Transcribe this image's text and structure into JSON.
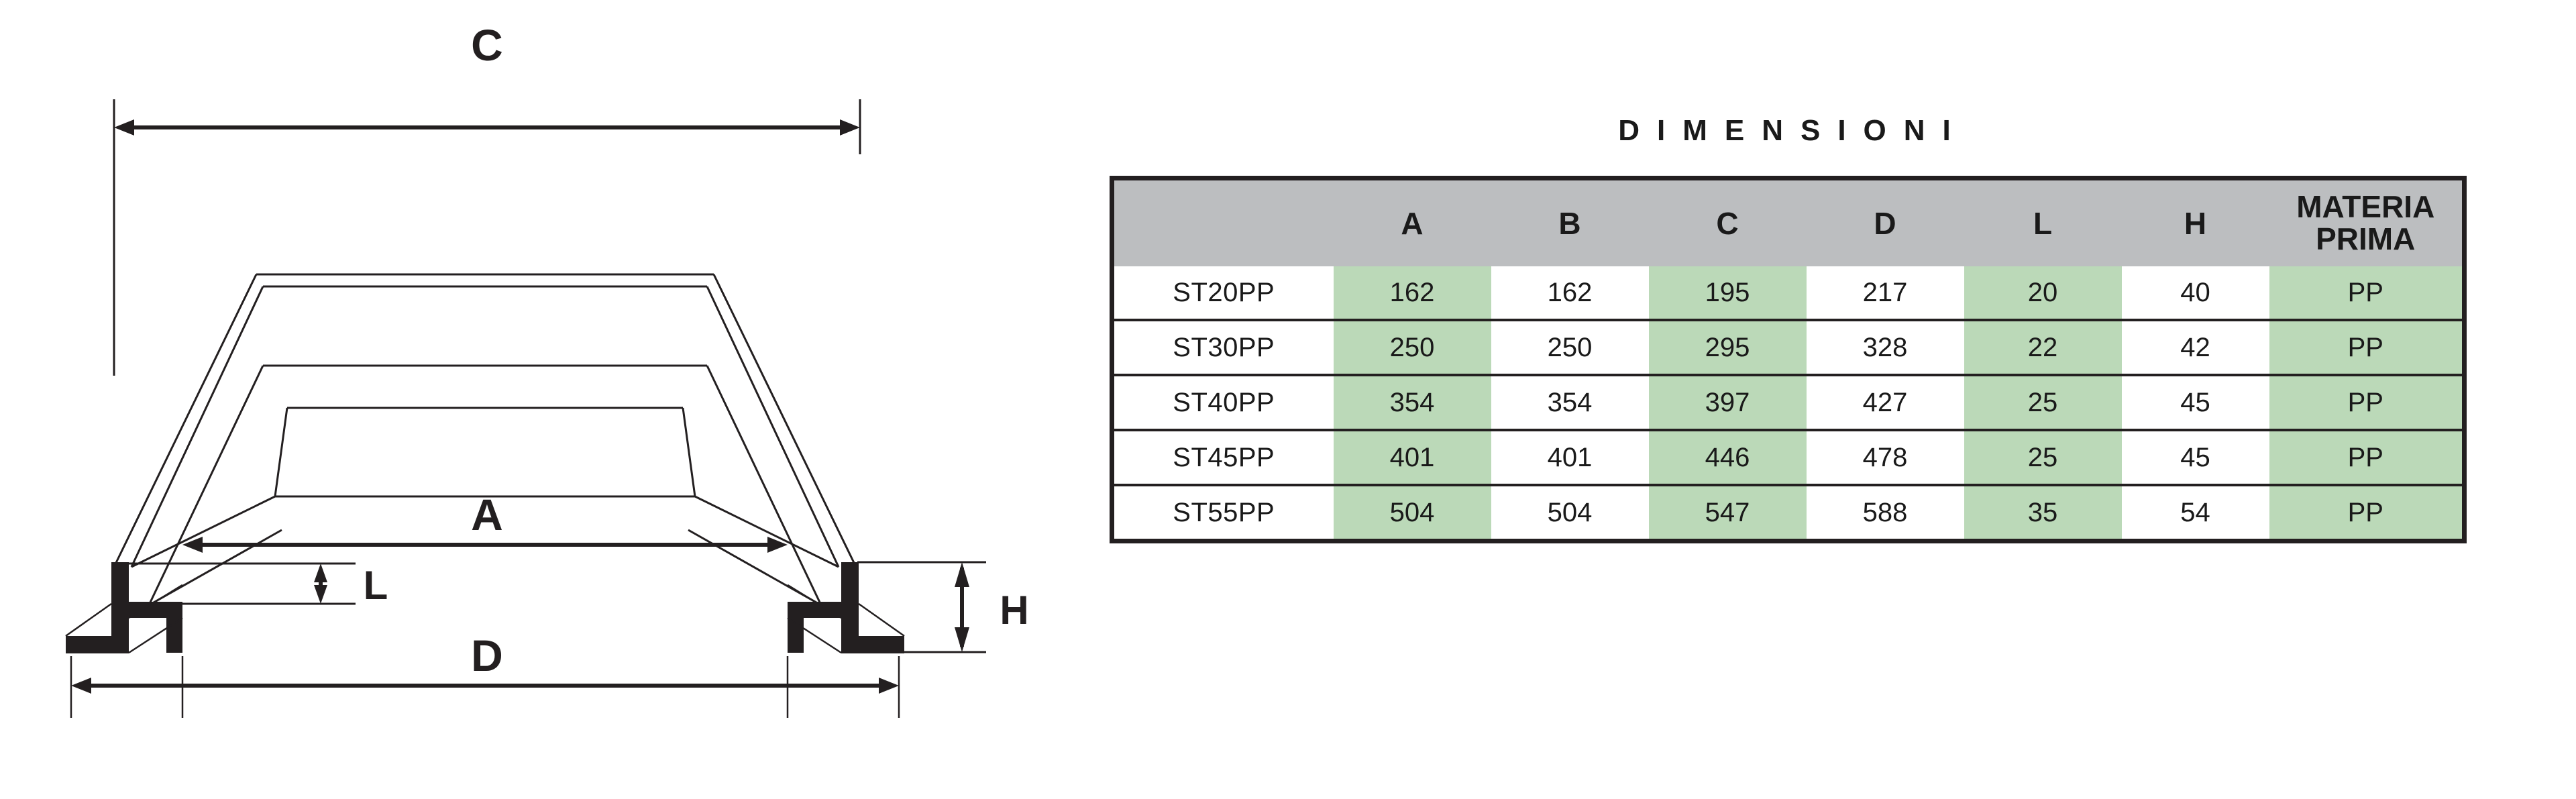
{
  "drawing": {
    "labels": {
      "c": "C",
      "a": "A",
      "d": "D",
      "l": "L",
      "h": "H"
    }
  },
  "table": {
    "title": "D I M E N S I O N I",
    "title_plain": "DIMENSIONI",
    "columns": [
      "",
      "A",
      "B",
      "C",
      "D",
      "L",
      "H",
      "MATERIA PRIMA"
    ],
    "materia_prima_line1": "MATERIA",
    "materia_prima_line2": "PRIMA",
    "rows": [
      {
        "code": "ST20PP",
        "A": "162",
        "B": "162",
        "C": "195",
        "D": "217",
        "L": "20",
        "H": "40",
        "MP": "PP"
      },
      {
        "code": "ST30PP",
        "A": "250",
        "B": "250",
        "C": "295",
        "D": "328",
        "L": "22",
        "H": "42",
        "MP": "PP"
      },
      {
        "code": "ST40PP",
        "A": "354",
        "B": "354",
        "C": "397",
        "D": "427",
        "L": "25",
        "H": "45",
        "MP": "PP"
      },
      {
        "code": "ST45PP",
        "A": "401",
        "B": "401",
        "C": "446",
        "D": "478",
        "L": "25",
        "H": "45",
        "MP": "PP"
      },
      {
        "code": "ST55PP",
        "A": "504",
        "B": "504",
        "C": "547",
        "D": "588",
        "L": "35",
        "H": "54",
        "MP": "PP"
      }
    ],
    "colors": {
      "header_gray": "#bcbec0",
      "cell_green": "#bbd9b8",
      "cell_white": "#ffffff",
      "border": "#231f20"
    }
  }
}
